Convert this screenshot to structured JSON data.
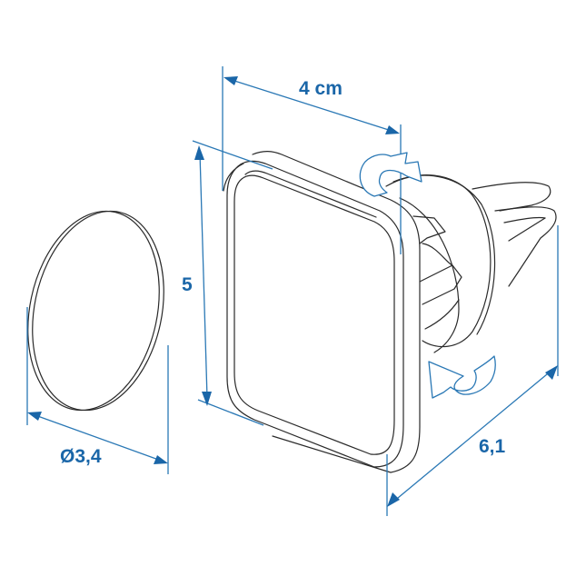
{
  "diagram": {
    "subject": "Magnetic car air-vent phone holder with separate round metal plate",
    "colors": {
      "background": "#ffffff",
      "outline": "#2a2a2a",
      "dimension_lines": "#2a78b5",
      "dimension_text": "#1a66a8"
    },
    "dimensions": {
      "width": {
        "label": "4 cm"
      },
      "height": {
        "label": "5"
      },
      "depth": {
        "label": "6,1"
      },
      "plate_diameter": {
        "label": "Ø3,4"
      }
    },
    "components": [
      {
        "name": "metal-plate",
        "shape": "disc"
      },
      {
        "name": "magnetic-head",
        "shape": "rounded-square"
      },
      {
        "name": "ball-joint",
        "shape": "sphere"
      },
      {
        "name": "vent-clip",
        "shape": "two-prong clip"
      }
    ],
    "indicators": [
      {
        "name": "rotation-arrow-top"
      },
      {
        "name": "rotation-arrow-bottom"
      }
    ]
  }
}
